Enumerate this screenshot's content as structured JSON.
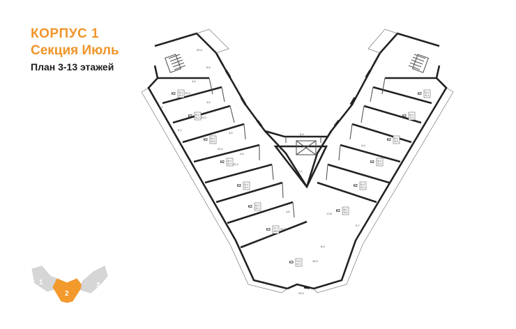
{
  "header": {
    "building": "КОРПУС 1",
    "section": "Секция Июль",
    "floors": "План 3-13 этажей"
  },
  "colors": {
    "accent": "#f0952a",
    "inactive": "#d6d6d6",
    "walls": "#222222"
  },
  "minimap": {
    "sections": [
      "1",
      "2",
      "3"
    ],
    "active": "2"
  },
  "plan": {
    "left_flats": [
      {
        "type": "К2",
        "area_total": "51,0",
        "area_living": "31,3"
      },
      {
        "type": "К2",
        "area_total": "51,0",
        "area_living": "31,3"
      },
      {
        "type": "К2",
        "area_total": "50,4",
        "area_living": "30,9"
      },
      {
        "type": "К2",
        "area_total": "51,0",
        "area_living": "31,3"
      },
      {
        "type": "К2",
        "area_total": "51,0",
        "area_living": "31,3"
      },
      {
        "type": "К2",
        "area_total": "51,0",
        "area_living": "31,3"
      },
      {
        "type": "К3",
        "area_total": "73,7",
        "area_living": "46,8"
      },
      {
        "type": "К3",
        "area_total": "73,9",
        "area_living": "47,0"
      }
    ],
    "right_flats": [
      {
        "type": "К2",
        "area_total": "51,0",
        "area_living": "31,3"
      },
      {
        "type": "К2",
        "area_total": "51,0",
        "area_living": "31,3"
      },
      {
        "type": "К2",
        "area_total": "50,4",
        "area_living": "30,9"
      },
      {
        "type": "К2",
        "area_total": "51,0",
        "area_living": "31,3"
      },
      {
        "type": "К2",
        "area_total": "51,0",
        "area_living": "31,3"
      },
      {
        "type": "К2",
        "area_total": "55,2",
        "area_living": "33,6"
      }
    ],
    "room_labels": [
      "20,4",
      "5,8",
      "4,6",
      "20,2",
      "5,1",
      "4,6",
      "20,2",
      "5,1",
      "7,2",
      "4,0",
      "4,6",
      "6,6",
      "20,2",
      "4,6",
      "20,2",
      "17,8",
      "9,7",
      "4,6",
      "20,5",
      "8,0",
      "44,5",
      "24,0",
      "4,6"
    ]
  }
}
